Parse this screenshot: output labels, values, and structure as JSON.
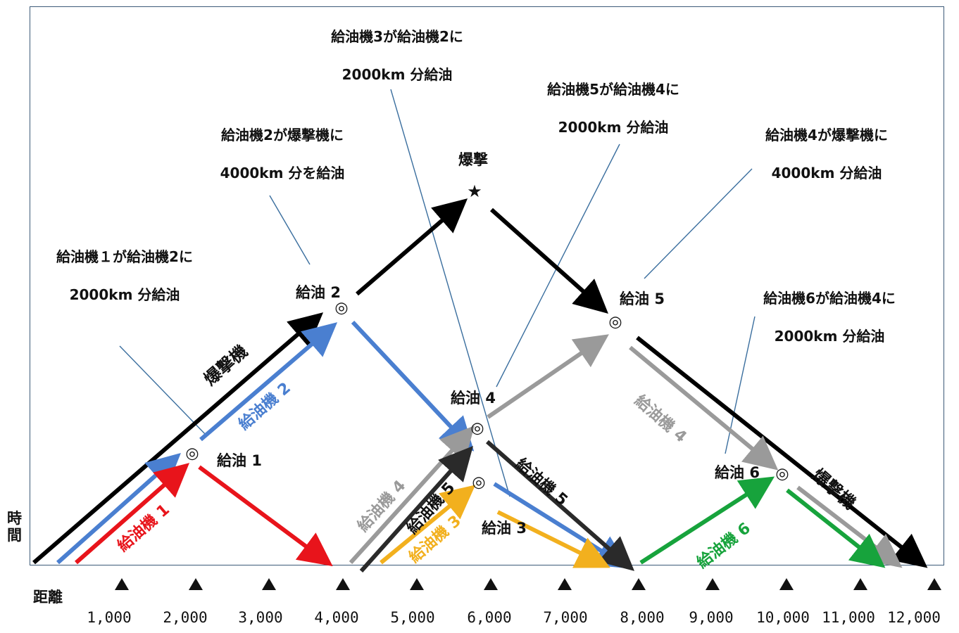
{
  "axes": {
    "time_label": "時\n間",
    "distance_label": "距離",
    "ticks": [
      "1,000",
      "2,000",
      "3,000",
      "4,000",
      "5,000",
      "6,000",
      "7,000",
      "8,000",
      "9,000",
      "10,000",
      "11,000",
      "12,000"
    ]
  },
  "points": {
    "refuel1": "給油 1",
    "refuel2": "給油 2",
    "refuel3": "給油 3",
    "refuel4": "給油 4",
    "refuel5": "給油 5",
    "refuel6": "給油 6",
    "bomb": "爆撃",
    "bomb_symbol": "★",
    "refuel_symbol": "◎"
  },
  "notes": {
    "n1": [
      "給油機１が給油機2に",
      "2000km 分給油"
    ],
    "n2": [
      "給油機2が爆撃機に",
      "4000km 分を給油"
    ],
    "n3": [
      "給油機3が給油機2に",
      "2000km 分給油"
    ],
    "n4": [
      "給油機5が給油機4に",
      "2000km 分給油"
    ],
    "n5": [
      "給油機4が爆撃機に",
      "4000km 分給油"
    ],
    "n6": [
      "給油機6が給油機4に",
      "2000km 分給油"
    ]
  },
  "route_labels": {
    "bomber_out": "爆撃機",
    "tanker2": "給油機 2",
    "tanker1": "給油機 1",
    "tanker4_out": "給油機 4",
    "tanker5_out": "給油機 5",
    "tanker3": "給油機 3",
    "tanker5_back": "給油機 5",
    "tanker4_back": "給油機 4",
    "tanker6": "給油機 6",
    "bomber_back": "爆撃機"
  },
  "colors": {
    "bomber": "#000000",
    "tanker1": "#e8141b",
    "tanker2": "#4a7fd0",
    "tanker3": "#f2b01e",
    "tanker4": "#9a9a9a",
    "tanker5": "#2a2a2a",
    "tanker6": "#17a33c",
    "leader": "#3a6e9e"
  }
}
